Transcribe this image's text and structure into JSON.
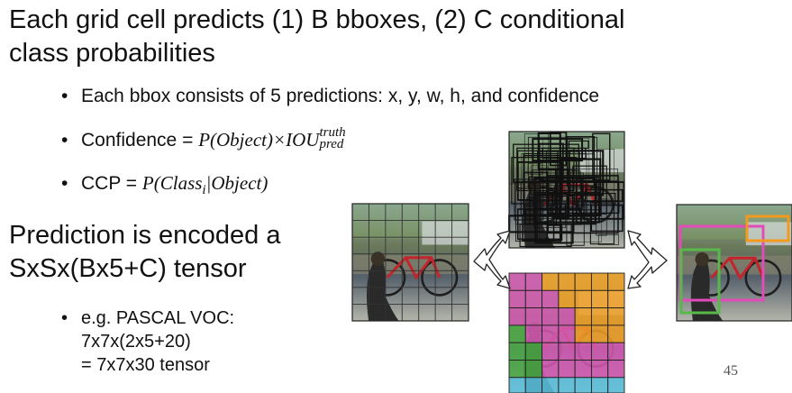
{
  "title_line1": "Each grid cell predicts (1) B bboxes, (2) C conditional",
  "title_line2": "class probabilities",
  "bullets": {
    "b1": "Each bbox consists of 5 predictions: x, y, w, h, and confidence",
    "b2_label": "Confidence = ",
    "b2_math_p": "P(Object)×IOU",
    "b2_sup": "truth",
    "b2_sub": "pred",
    "b3_label": "CCP = ",
    "b3_math_a": "P(Class",
    "b3_sub": "i",
    "b3_math_b": "|Object)"
  },
  "heading2_line1": "Prediction is encoded a",
  "heading2_line2": "SxSx(Bx5+C) tensor",
  "example": {
    "line1": "e.g. PASCAL VOC:",
    "line2": "7x7x(2x5+20)",
    "line3": "= 7x7x30 tensor"
  },
  "page_number": "45",
  "colors": {
    "class_magenta": "#d65ab4",
    "class_orange": "#f2a027",
    "class_green": "#4cab46",
    "class_cyan": "#5bc3df",
    "box_magenta": "#e24bb9",
    "box_orange": "#f39a1e",
    "box_green": "#59b84a"
  },
  "class_map": [
    [
      "m",
      "m",
      "o",
      "o",
      "o",
      "o",
      "o"
    ],
    [
      "m",
      "m",
      "m",
      "o",
      "o",
      "o",
      "o"
    ],
    [
      "m",
      "m",
      "m",
      "m",
      "o",
      "o",
      "o"
    ],
    [
      "g",
      "m",
      "m",
      "m",
      "o",
      "o",
      "o"
    ],
    [
      "g",
      "g",
      "m",
      "m",
      "m",
      "m",
      "m"
    ],
    [
      "g",
      "g",
      "m",
      "m",
      "m",
      "m",
      "m"
    ],
    [
      "c",
      "c",
      "c",
      "c",
      "c",
      "c",
      "c"
    ]
  ]
}
